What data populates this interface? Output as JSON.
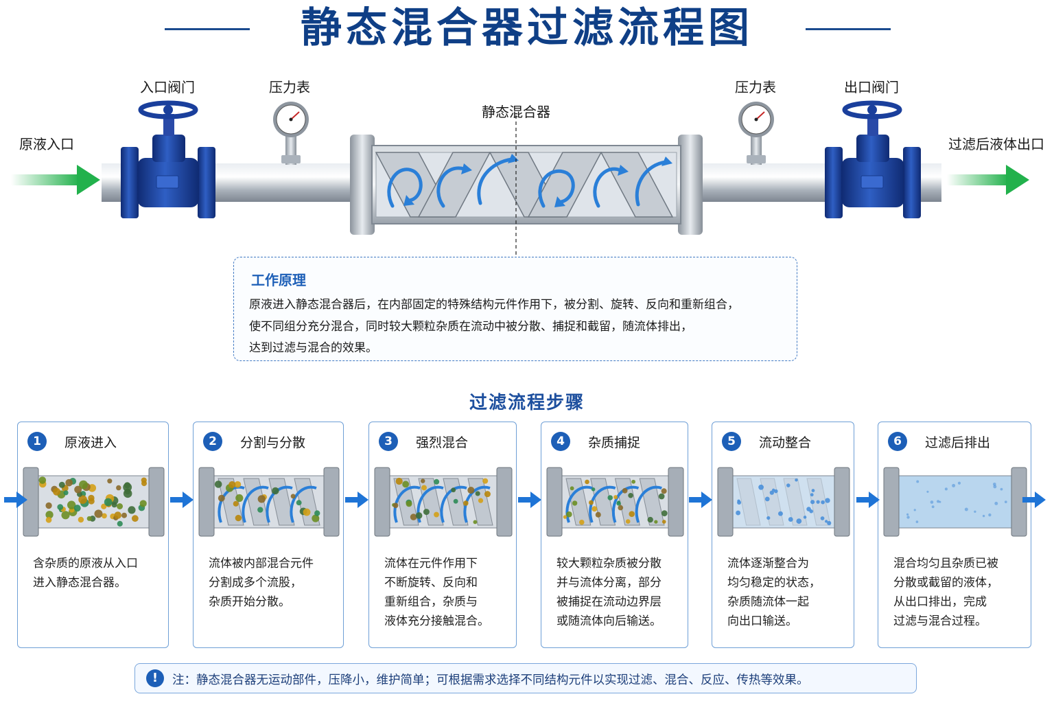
{
  "title": "静态混合器过滤流程图",
  "diagram": {
    "inlet_label": "原液入口",
    "inlet_valve_label": "入口阀门",
    "pressure_gauge_left_label": "压力表",
    "mixer_label": "静态混合器",
    "pressure_gauge_right_label": "压力表",
    "outlet_valve_label": "出口阀门",
    "outlet_label": "过滤后液体出口",
    "colors": {
      "flow_arrow": "#22b14c",
      "valve": "#1a3f9c",
      "pipe": "#b9c0c8",
      "swirl": "#2a7fd8"
    }
  },
  "principle": {
    "heading": "工作原理",
    "lines": [
      "原液进入静态混合器后，在内部固定的特殊结构元件作用下，被分割、旋转、反向和重新组合，",
      "使不同组分充分混合，同时较大颗粒杂质在流动中被分散、捕捉和截留，随流体排出，",
      "达到过滤与混合的效果。"
    ]
  },
  "steps_title": "过滤流程步骤",
  "steps": [
    {
      "num": "1",
      "title": "原液进入",
      "text": [
        "含杂质的原液从入口",
        "进入静态混合器。"
      ]
    },
    {
      "num": "2",
      "title": "分割与分散",
      "text": [
        "流体被内部混合元件",
        "分割成多个流股，",
        "杂质开始分散。"
      ]
    },
    {
      "num": "3",
      "title": "强烈混合",
      "text": [
        "流体在元件作用下",
        "不断旋转、反向和",
        "重新组合，杂质与",
        "液体充分接触混合。"
      ]
    },
    {
      "num": "4",
      "title": "杂质捕捉",
      "text": [
        "较大颗粒杂质被分散",
        "并与流体分离，部分",
        "被捕捉在流动边界层",
        "或随流体向后输送。"
      ]
    },
    {
      "num": "5",
      "title": "流动整合",
      "text": [
        "流体逐渐整合为",
        "均匀稳定的状态，",
        "杂质随流体一起",
        "向出口输送。"
      ]
    },
    {
      "num": "6",
      "title": "过滤后排出",
      "text": [
        "混合均匀且杂质已被",
        "分散或截留的液体，",
        "从出口排出，完成",
        "过滤与混合过程。"
      ]
    }
  ],
  "note": {
    "icon": "exclamation-icon",
    "text": "注：静态混合器无运动部件，压降小，维护简单；可根据需求选择不同结构元件以实现过滤、混合、反应、传热等效果。"
  }
}
